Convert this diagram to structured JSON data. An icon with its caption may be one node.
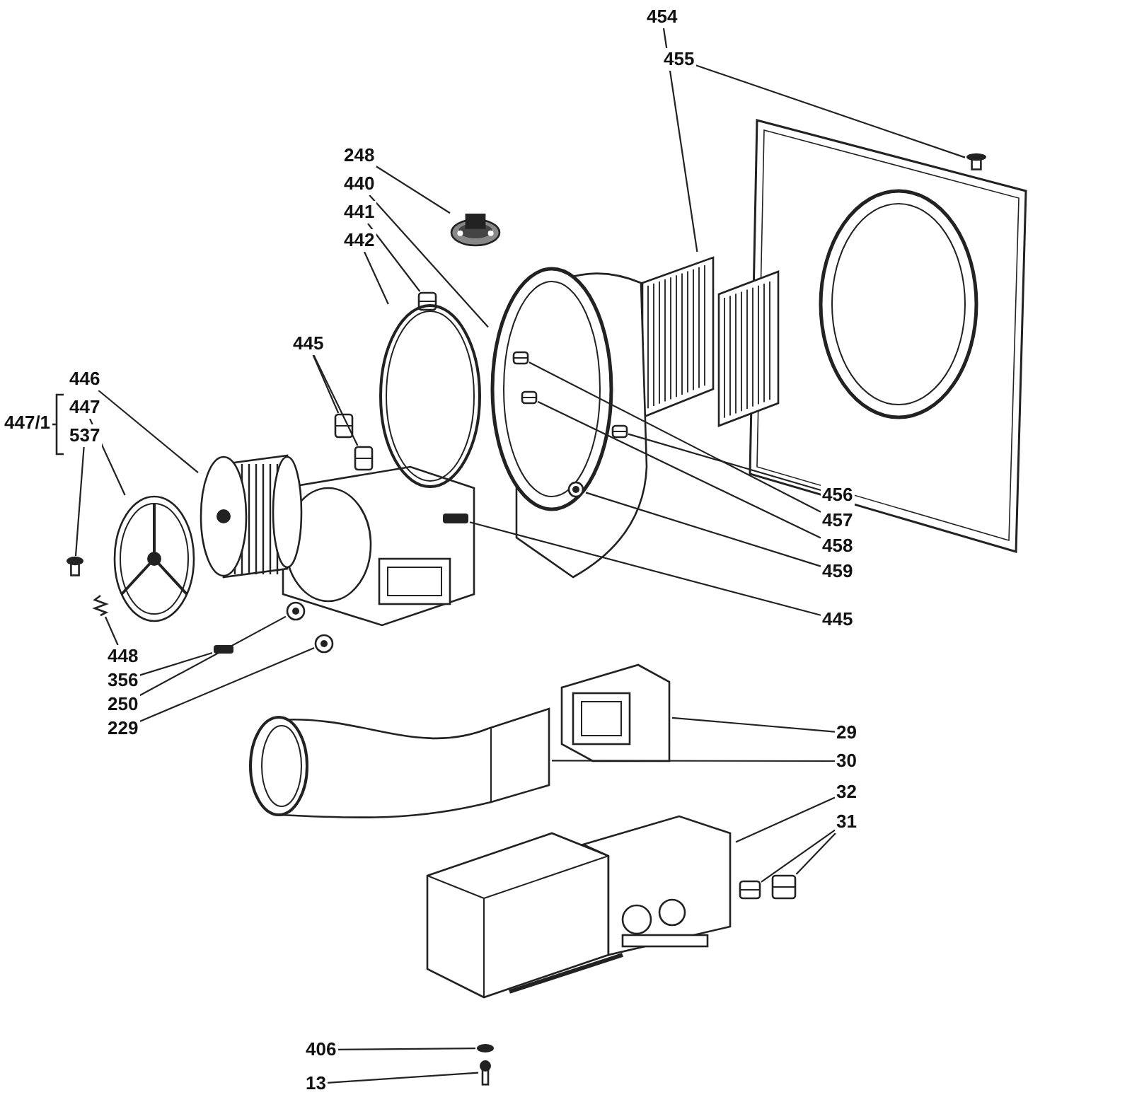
{
  "diagram": {
    "nodes": [
      {
        "text": [
          "454"
        ]
      },
      {
        "text": [],
        "shape": "picture"
      },
      {
        "text": [
          "455"
        ]
      },
      {
        "text": [],
        "shape": "picture"
      },
      {
        "text": [
          "248"
        ]
      },
      {
        "text": [],
        "shape": "picture"
      },
      {
        "text": [
          "440"
        ]
      },
      {
        "text": [],
        "shape": "picture"
      },
      {
        "text": [
          "441"
        ]
      },
      {
        "text": [],
        "shape": "picture"
      },
      {
        "text": [
          "442"
        ]
      },
      {
        "text": [],
        "shape": "picture"
      },
      {
        "text": [
          "445"
        ]
      },
      {
        "text": [],
        "shape": "picture"
      },
      {
        "text": [],
        "shape": "picture"
      },
      {
        "text": [
          "446"
        ]
      },
      {
        "text": [],
        "shape": "picture"
      },
      {
        "text": [
          "447"
        ]
      },
      {
        "text": [],
        "shape": "picture"
      },
      {
        "text": [
          "537"
        ]
      },
      {
        "text": [],
        "shape": "picture"
      },
      {
        "text": [
          "448"
        ]
      },
      {
        "text": [],
        "shape": "picture"
      },
      {
        "text": [
          "356"
        ]
      },
      {
        "text": [],
        "shape": "box"
      },
      {
        "text": [
          "250"
        ]
      },
      {
        "text": [],
        "shape": "picture"
      },
      {
        "text": [
          "229"
        ]
      },
      {
        "text": [],
        "shape": "picture"
      },
      {
        "text": [
          "456"
        ]
      },
      {
        "text": [],
        "shape": "picture",
        "in": 7
      },
      {
        "text": [
          "457"
        ]
      },
      {
        "text": [],
        "shape": "picture",
        "in": 7
      },
      {
        "text": [
          "458"
        ]
      },
      {
        "text": [],
        "shape": "picture",
        "in": 7
      },
      {
        "text": [
          "459"
        ]
      },
      {
        "text": [],
        "shape": "picture",
        "in": 7
      },
      {
        "text": [
          "445"
        ]
      },
      {
        "text": [],
        "shape": "box"
      },
      {
        "text": [
          "29"
        ]
      },
      {
        "text": [],
        "shape": "picture"
      },
      {
        "text": [
          "30"
        ]
      },
      {
        "text": [],
        "shape": "picture"
      },
      {
        "text": [
          "32"
        ]
      },
      {
        "text": [],
        "shape": "picture"
      },
      {
        "text": [
          "31"
        ]
      },
      {
        "text": [],
        "shape": "picture"
      },
      {
        "text": [],
        "shape": "picture"
      },
      {
        "text": [
          "406"
        ]
      },
      {
        "text": [],
        "shape": "circle"
      },
      {
        "text": [
          "13"
        ]
      },
      {
        "text": [],
        "shape": "picture"
      }
    ],
    "edges": [
      {
        "from": 0,
        "to": 1,
        "arrow": "none"
      },
      {
        "from": 2,
        "to": 3,
        "arrow": "none"
      },
      {
        "from": 4,
        "to": 5,
        "arrow": "none"
      },
      {
        "from": 6,
        "to": 7,
        "arrow": "none"
      },
      {
        "from": 8,
        "to": 9,
        "arrow": "none"
      },
      {
        "from": 10,
        "to": 11,
        "arrow": "none"
      },
      {
        "from": 12,
        "to": 13,
        "arrow": "none"
      },
      {
        "from": 12,
        "to": 14,
        "arrow": "none"
      },
      {
        "from": 15,
        "to": 16,
        "arrow": "none"
      },
      {
        "from": 17,
        "to": 18,
        "arrow": "none"
      },
      {
        "from": 19,
        "to": 20,
        "arrow": "none"
      },
      {
        "from": 21,
        "to": 22,
        "arrow": "none"
      },
      {
        "from": 23,
        "to": 24,
        "arrow": "none"
      },
      {
        "from": 25,
        "to": 26,
        "arrow": "none"
      },
      {
        "from": 27,
        "to": 28,
        "arrow": "none"
      },
      {
        "from": 29,
        "to": 30,
        "arrow": "none"
      },
      {
        "from": 31,
        "to": 32,
        "arrow": "none"
      },
      {
        "from": 33,
        "to": 34,
        "arrow": "none"
      },
      {
        "from": 35,
        "to": 36,
        "arrow": "none"
      },
      {
        "from": 37,
        "to": 38,
        "arrow": "none"
      },
      {
        "from": 39,
        "to": 40,
        "arrow": "none"
      },
      {
        "from": 41,
        "to": 42,
        "arrow": "none"
      },
      {
        "from": 43,
        "to": 44,
        "arrow": "none"
      },
      {
        "from": 45,
        "to": 46,
        "arrow": "none"
      },
      {
        "from": 45,
        "to": 47,
        "arrow": "none"
      },
      {
        "from": 48,
        "to": 49,
        "arrow": "none"
      },
      {
        "from": 50,
        "to": 51,
        "arrow": "none"
      }
    ],
    "labels": [
      "447/1"
    ]
  }
}
